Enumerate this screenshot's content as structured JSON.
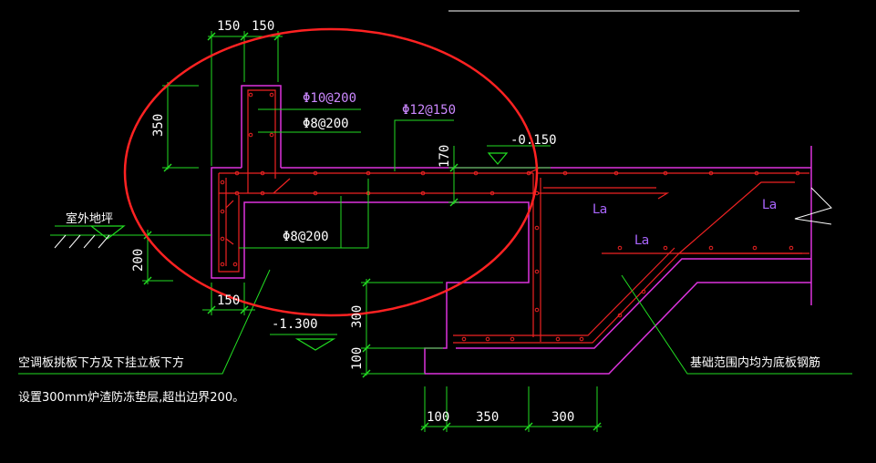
{
  "colors": {
    "background": "#000000",
    "dimension": "#22dd22",
    "concrete_outline": "#dd33dd",
    "rebar": "#ee2222",
    "highlight_circle": "#ff2222",
    "text": "#ffffff"
  },
  "dimensions": {
    "top_left": "150",
    "top_right": "150",
    "wall_height": "350",
    "slab_thickness": "170",
    "ground_offset": "200",
    "bottom_left": "150",
    "pit_depth": "300",
    "cushion": "100",
    "bottom_a": "100",
    "bottom_b": "350",
    "bottom_c": "300"
  },
  "rebar_labels": {
    "upper_stirrup": "Φ10@200",
    "middle_bar": "Φ8@200",
    "slab_bar": "Φ12@150",
    "lower_bar": "Φ8@200"
  },
  "levels": {
    "top_level": "-0.150",
    "bottom_level": "-1.300"
  },
  "anchor_labels": {
    "la_1": "La",
    "la_2": "La",
    "la_3": "La"
  },
  "notes": {
    "ground": "室外地坪",
    "cushion_line1": "空调板挑板下方及下挂立板下方",
    "cushion_line2": "设置300mm炉渣防冻垫层,超出边界200。",
    "foundation": "基础范围内均为底板钢筋"
  }
}
